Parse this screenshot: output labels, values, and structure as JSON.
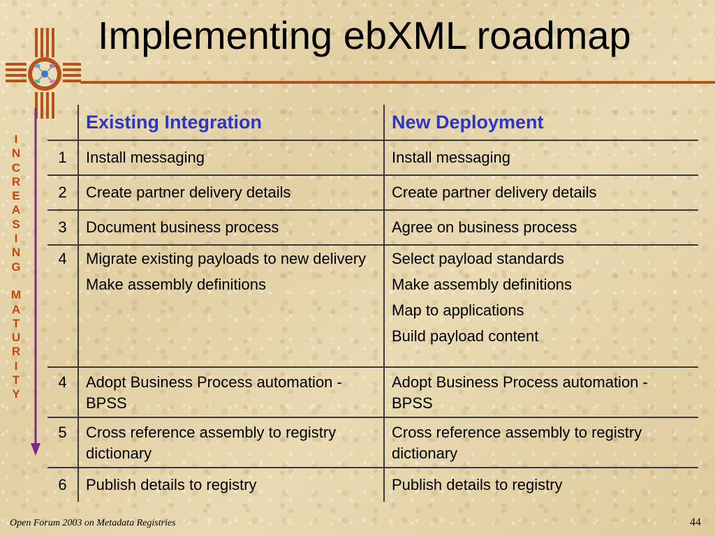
{
  "slide": {
    "title": "Implementing ebXML roadmap",
    "maturity_label": "INCREASING MATURITY",
    "footer": "Open Forum 2003 on Metadata Registries",
    "page_number": "44",
    "colors": {
      "title_rule": "#b5531a",
      "header_text": "#2a36c7",
      "maturity_text": "#c0490a",
      "arrow": "#7b2a8c"
    }
  },
  "table": {
    "headers": [
      "",
      "Existing Integration",
      "New Deployment"
    ],
    "rows": [
      {
        "num": "1",
        "existing": [
          "Install messaging"
        ],
        "new": [
          "Install messaging"
        ]
      },
      {
        "num": "2",
        "existing": [
          "Create partner delivery details"
        ],
        "new": [
          "Create partner delivery details"
        ]
      },
      {
        "num": "3",
        "existing": [
          "Document business process"
        ],
        "new": [
          "Agree on business process"
        ]
      },
      {
        "num": "4",
        "existing": [
          "Migrate existing payloads to new delivery",
          "Make assembly definitions"
        ],
        "new": [
          "Select payload standards",
          "Make assembly definitions",
          "Map to applications",
          "Build payload content"
        ]
      },
      {
        "num": "4",
        "existing": [
          "Adopt Business Process automation - BPSS"
        ],
        "new": [
          "Adopt Business Process automation - BPSS"
        ]
      },
      {
        "num": "5",
        "existing": [
          "Cross reference assembly to registry dictionary"
        ],
        "new": [
          "Cross reference assembly to registry dictionary"
        ]
      },
      {
        "num": "6",
        "existing": [
          "Publish details to registry"
        ],
        "new": [
          "Publish details to registry"
        ]
      }
    ]
  }
}
